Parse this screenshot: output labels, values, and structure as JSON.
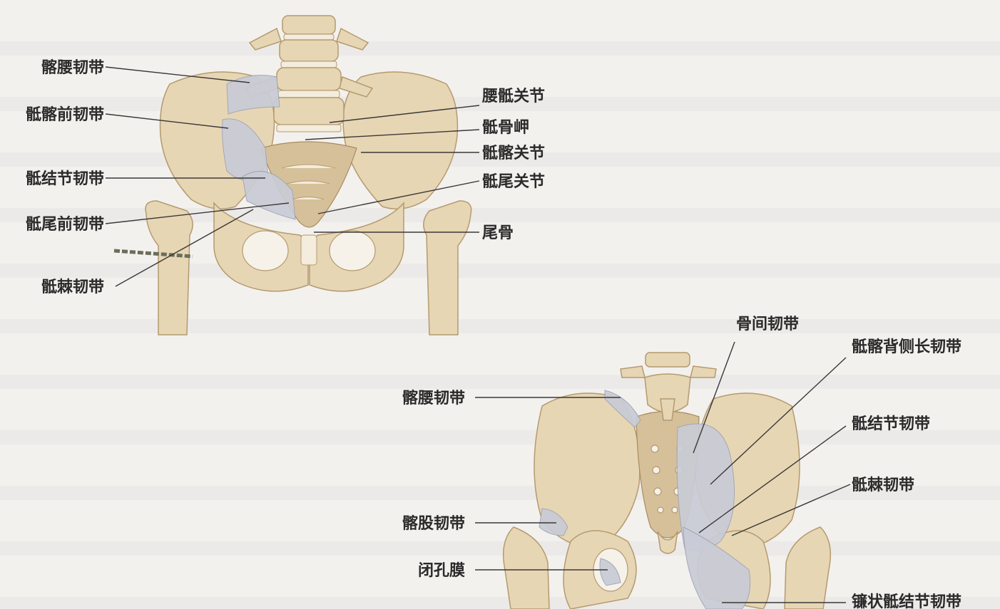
{
  "top_figure": {
    "labels": {
      "iliolumbar": "髂腰韧带",
      "ant_sacroiliac": "骶髂前韧带",
      "sacrotuberous": "骶结节韧带",
      "ant_sacrococcygeal": "骶尾前韧带",
      "sacrospinous": "骶棘韧带",
      "lumbosacral_joint": "腰骶关节",
      "promontory": "骶骨岬",
      "sacroiliac_joint": "骶髂关节",
      "sacrococcygeal_joint": "骶尾关节",
      "coccyx": "尾骨"
    }
  },
  "bottom_figure": {
    "labels": {
      "interosseous": "骨间韧带",
      "long_post_sacroiliac": "骶髂背侧长韧带",
      "sacrotuberous": "骶结节韧带",
      "sacrospinous": "骶棘韧带",
      "falciform": "镰状骶结节韧带",
      "iliolumbar": "髂腰韧带",
      "iliofemoral": "髂股韧带",
      "obturator_membrane": "闭孔膜"
    }
  }
}
